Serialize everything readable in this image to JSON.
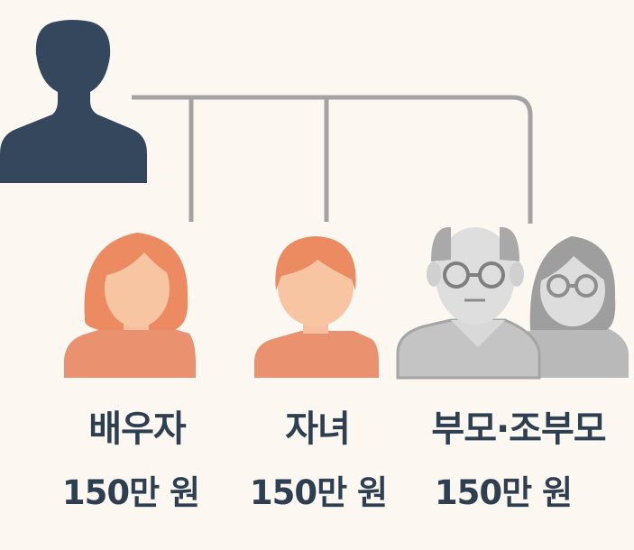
{
  "taxpayer": {
    "icon": "person-silhouette-icon",
    "color": "#34475d"
  },
  "connector_color": "#a3a3a3",
  "dependents": [
    {
      "name": "배우자",
      "amount": "150만 원",
      "icon": "woman-icon",
      "color": "#e9916a"
    },
    {
      "name": "자녀",
      "amount": "150만 원",
      "icon": "child-icon",
      "color": "#e9916a"
    },
    {
      "name": "부모·조부모",
      "amount": "150만 원",
      "icon": "elderly-couple-icon",
      "color": "#bfbfbf"
    }
  ]
}
